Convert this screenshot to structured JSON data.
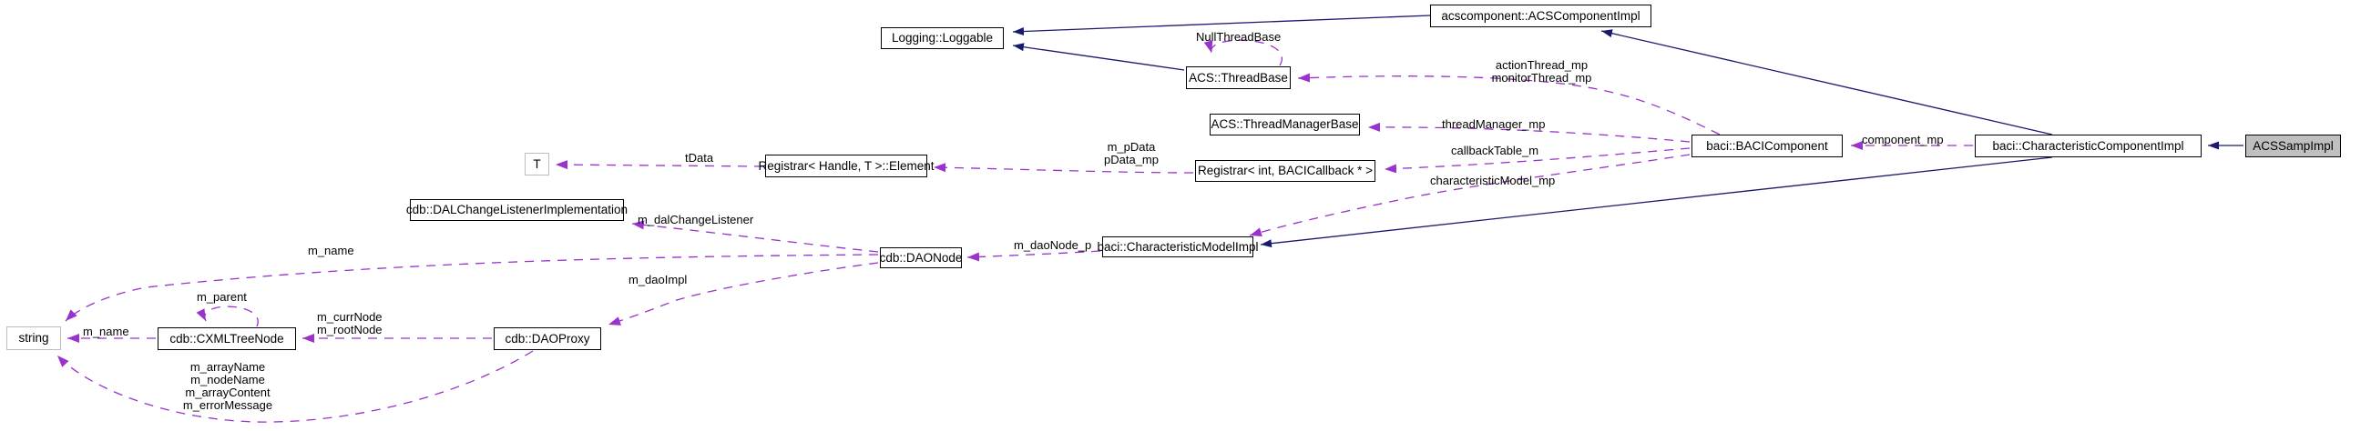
{
  "diagram": {
    "type": "doxygen-collaboration-graph",
    "focus_class": "ACSSampImpl",
    "background": "#ffffff"
  },
  "colors": {
    "inheritance_edge": "#191970",
    "usage_edge": "#9a32cd",
    "node_border": "#000000",
    "node_fill": "#ffffff",
    "external_node_border": "#bdbdbd",
    "focus_node_fill": "#bfbfbf",
    "text": "#000000"
  },
  "nodes": [
    {
      "id": "loggable",
      "label": "Logging::Loggable"
    },
    {
      "id": "acscomponentimpl",
      "label": "acscomponent::ACSComponentImpl"
    },
    {
      "id": "threadbase",
      "label": "ACS::ThreadBase"
    },
    {
      "id": "threadmanagerbase",
      "label": "ACS::ThreadManagerBase"
    },
    {
      "id": "bacicomponent",
      "label": "baci::BACIComponent"
    },
    {
      "id": "characteristiccomponentimpl",
      "label": "baci::CharacteristicComponentImpl"
    },
    {
      "id": "acssampimpl",
      "label": "ACSSampImpl"
    },
    {
      "id": "t",
      "label": "T"
    },
    {
      "id": "registrar_element",
      "label": "Registrar< Handle, T >::Element"
    },
    {
      "id": "registrar_int",
      "label": "Registrar< int, BACICallback * >"
    },
    {
      "id": "dalchangelistener",
      "label": "cdb::DALChangeListenerImplementation"
    },
    {
      "id": "daonode",
      "label": "cdb::DAONode"
    },
    {
      "id": "characteristicmodelimpl",
      "label": "baci::CharacteristicModelImpl"
    },
    {
      "id": "string",
      "label": "string"
    },
    {
      "id": "cxmltreenode",
      "label": "cdb::CXMLTreeNode"
    },
    {
      "id": "daoproxy",
      "label": "cdb::DAOProxy"
    }
  ],
  "edge_labels": [
    {
      "id": "nullthreadbase",
      "text": "NullThreadBase"
    },
    {
      "id": "actionthread",
      "text": "actionThread_mp\nmonitorThread_mp"
    },
    {
      "id": "threadmanager",
      "text": "threadManager_mp"
    },
    {
      "id": "callbacktable",
      "text": "callbackTable_m"
    },
    {
      "id": "characteristicmodel",
      "text": "characteristicModel_mp"
    },
    {
      "id": "component",
      "text": "component_mp"
    },
    {
      "id": "tdata",
      "text": "tData"
    },
    {
      "id": "mpdata",
      "text": "m_pData\npData_mp"
    },
    {
      "id": "mdalchangelistener",
      "text": "m_dalChangeListener"
    },
    {
      "id": "mdaonode",
      "text": "m_daoNode_p"
    },
    {
      "id": "mname_daonode",
      "text": "m_name"
    },
    {
      "id": "mdaoimpl",
      "text": "m_daoImpl"
    },
    {
      "id": "mparent",
      "text": "m_parent"
    },
    {
      "id": "mcurrnode",
      "text": "m_currNode\nm_rootNode"
    },
    {
      "id": "mname_tree",
      "text": "m_name"
    },
    {
      "id": "marray",
      "text": "m_arrayName\nm_nodeName\nm_arrayContent\nm_errorMessage"
    }
  ]
}
